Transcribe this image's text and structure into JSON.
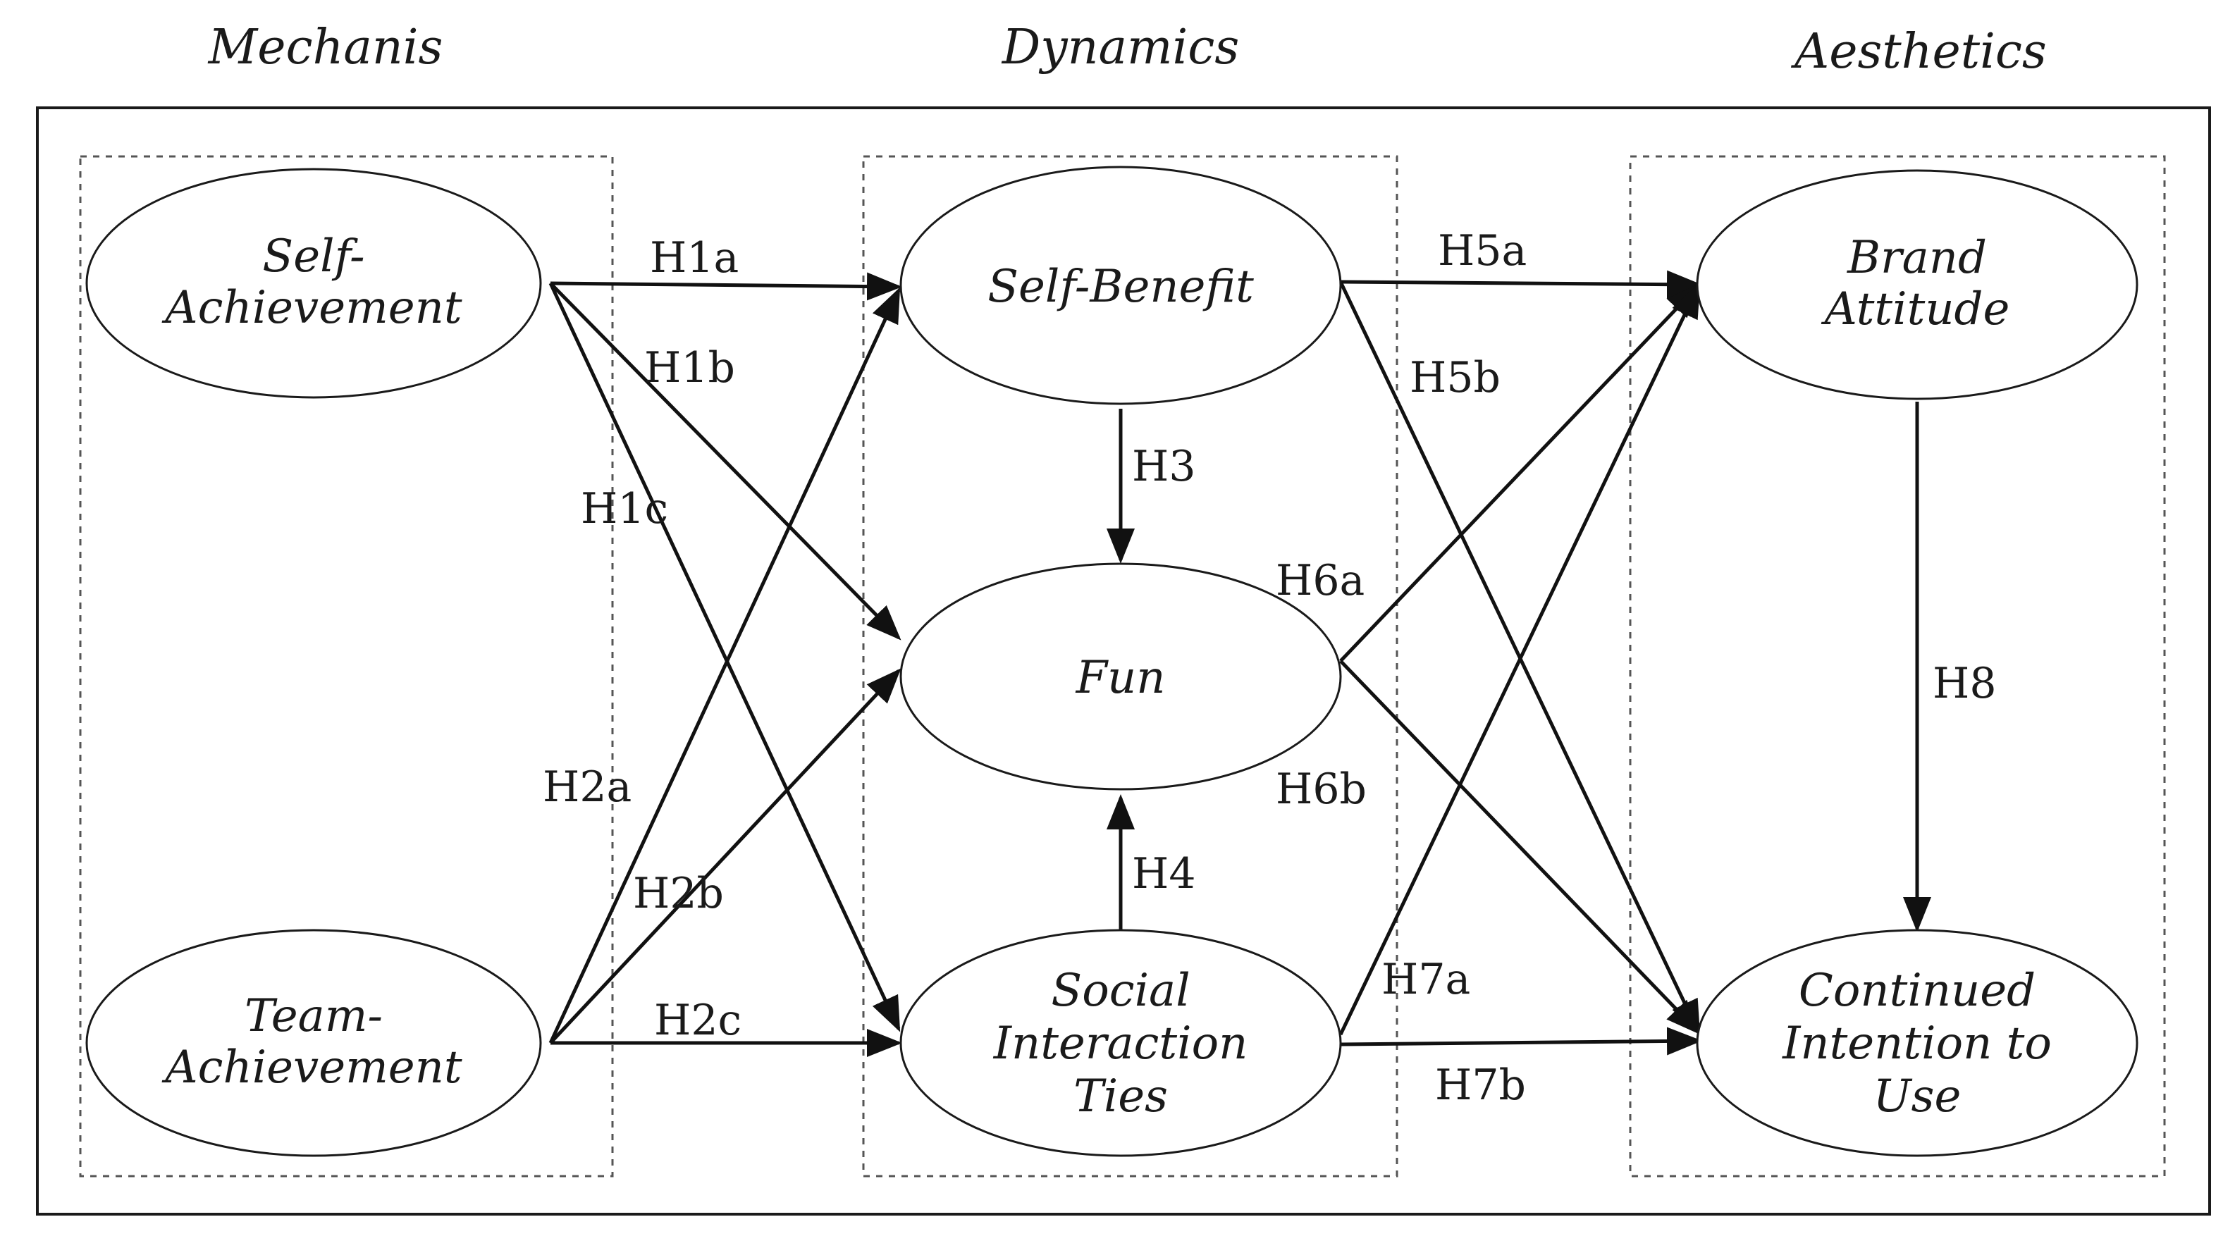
{
  "columns": {
    "mechanics": "Mechanis",
    "dynamics": "Dynamics",
    "aesthetics": "Aesthetics"
  },
  "nodes": {
    "self_achievement": [
      "Self-",
      "Achievement"
    ],
    "team_achievement": [
      "Team-",
      "Achievement"
    ],
    "self_benefit": [
      "Self-Benefit"
    ],
    "fun": [
      "Fun"
    ],
    "social_interaction_ties": [
      "Social",
      "Interaction",
      "Ties"
    ],
    "brand_attitude": [
      "Brand",
      "Attitude"
    ],
    "continued_intention": [
      "Continued",
      "Intention to",
      "Use"
    ]
  },
  "edges": [
    {
      "id": "h1a",
      "label": "H1a",
      "from": "self_achievement",
      "to": "self_benefit"
    },
    {
      "id": "h1b",
      "label": "H1b",
      "from": "self_achievement",
      "to": "fun"
    },
    {
      "id": "h1c",
      "label": "H1c",
      "from": "self_achievement",
      "to": "social_interaction_ties"
    },
    {
      "id": "h2a",
      "label": "H2a",
      "from": "team_achievement",
      "to": "self_benefit"
    },
    {
      "id": "h2b",
      "label": "H2b",
      "from": "team_achievement",
      "to": "fun"
    },
    {
      "id": "h2c",
      "label": "H2c",
      "from": "team_achievement",
      "to": "social_interaction_ties"
    },
    {
      "id": "h3",
      "label": "H3",
      "from": "self_benefit",
      "to": "fun"
    },
    {
      "id": "h4",
      "label": "H4",
      "from": "social_interaction_ties",
      "to": "fun"
    },
    {
      "id": "h5a",
      "label": "H5a",
      "from": "self_benefit",
      "to": "brand_attitude"
    },
    {
      "id": "h5b",
      "label": "H5b",
      "from": "self_benefit",
      "to": "continued_intention"
    },
    {
      "id": "h6a",
      "label": "H6a",
      "from": "fun",
      "to": "brand_attitude"
    },
    {
      "id": "h6b",
      "label": "H6b",
      "from": "fun",
      "to": "continued_intention"
    },
    {
      "id": "h7a",
      "label": "H7a",
      "from": "social_interaction_ties",
      "to": "brand_attitude"
    },
    {
      "id": "h7b",
      "label": "H7b",
      "from": "social_interaction_ties",
      "to": "continued_intention"
    },
    {
      "id": "h8",
      "label": "H8",
      "from": "brand_attitude",
      "to": "continued_intention"
    }
  ]
}
